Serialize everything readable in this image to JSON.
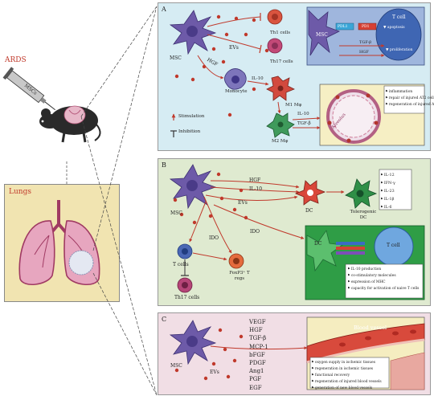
{
  "left": {
    "ards_label": "ARDS",
    "syringe_label": "MSCs",
    "lungs_label": "Lungs"
  },
  "panel_a": {
    "letter": "A",
    "msc": "MSC",
    "evs": "EVs",
    "hgf": "HGF",
    "th1": "Th1 cells",
    "th17": "Th17 cells",
    "monocyte": "Monocyte",
    "il10_top": "IL-10",
    "m1": "M1 Mφ",
    "m2": "M2 Mφ",
    "il10_bottom": "IL-10",
    "tgf": "TGF-β",
    "alveolus": "Alveolus",
    "legend_stim": "Stimulation",
    "legend_inhib": "Inhibition",
    "inset_msc": "MSC",
    "inset_tcell": "T cell",
    "inset_pdl1": "PDL1",
    "inset_pd1": "PD1",
    "inset_apoptosis": "▼ apoptosis",
    "inset_tgf": "TGF-β",
    "inset_hgf": "HGF",
    "inset_proliferation": "▼ proliferation",
    "effects": [
      "inflammation",
      "repair of injured AT2 cells",
      "regeneration of injured AT2 cells"
    ]
  },
  "panel_b": {
    "letter": "B",
    "msc": "MSC",
    "hgf": "HGF",
    "il10": "IL-10",
    "evs": "EVs",
    "ido_left": "IDO",
    "ido_right": "IDO",
    "dc": "DC",
    "tolerogenic": "Tolerogenic DC",
    "cytokines": [
      "IL-12",
      "IFN-γ",
      "IL-23",
      "IL-1β",
      "IL-6"
    ],
    "tcells": "T cells",
    "foxp3": "FoxP3⁺ T regs",
    "th17": "Th17 cells",
    "inset_dc": "DC",
    "inset_tcell": "T cell",
    "effects": [
      "IL-10 production",
      "co-stimulatory molecules",
      "expression of MHC",
      "capacity for activation of naive T cells"
    ]
  },
  "panel_c": {
    "letter": "C",
    "msc": "MSC",
    "evs": "EVs",
    "factors": [
      "VEGF",
      "HGF",
      "TGF-β",
      "MCP-1",
      "bFGF",
      "PDGF",
      "Ang1",
      "PGF",
      "EGF"
    ],
    "vessel": "Blood vessel",
    "effects": [
      "oxygen supply in ischemic tissues",
      "regeneration in ischemic tissues",
      "functional recovery",
      "regeneration of injured blood vessels",
      "generation of new blood vessels"
    ]
  },
  "colors": {
    "panel_a_bg": "#d6ecf3",
    "panel_b_bg": "#dfead0",
    "panel_c_bg": "#f1dee5",
    "lungs_bg": "#f1e4b1",
    "msc": "#6d5aa8",
    "red": "#c0392b"
  }
}
